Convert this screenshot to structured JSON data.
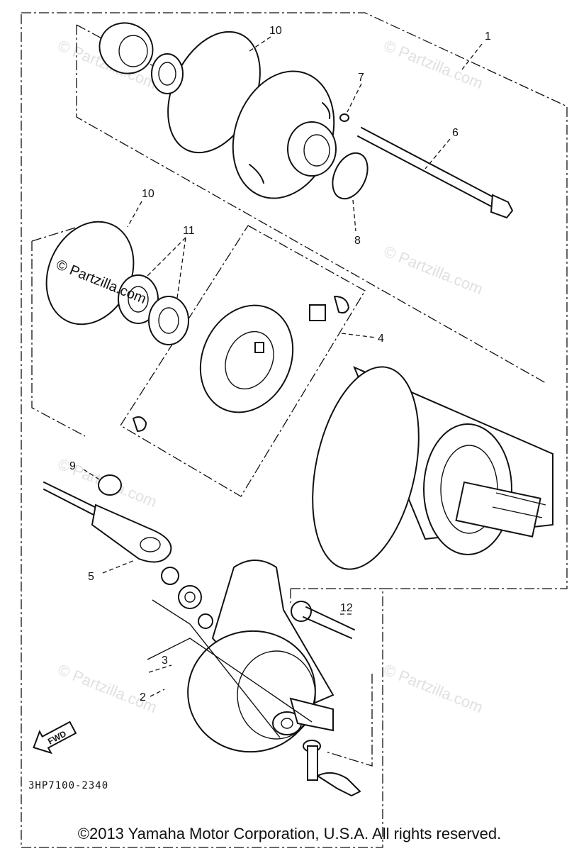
{
  "watermark": "© Partzilla.com",
  "watermark_main": "© Partzilla.com",
  "part_code": "3HP7100-2340",
  "fwd_arrow": "FWD",
  "copyright": "©2013  Yamaha Motor Corporation, U.S.A. All rights reserved.",
  "callouts": {
    "c1": "1",
    "c2": "2",
    "c3": "3",
    "c4": "4",
    "c5": "5",
    "c6": "6",
    "c7": "7",
    "c8": "8",
    "c9": "9",
    "c10a": "10",
    "c10b": "10",
    "c11": "11",
    "c12": "12"
  }
}
